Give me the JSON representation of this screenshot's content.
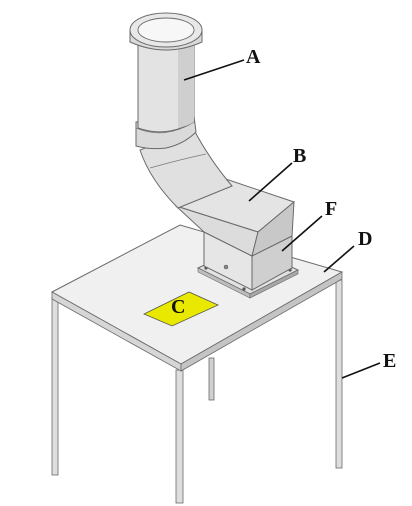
{
  "diagram": {
    "colors": {
      "metal_light": "#f0f0f0",
      "metal_mid": "#d9d9d9",
      "metal_dark": "#bcbcbc",
      "outline": "#6a6a6a",
      "marker": "#e8e800",
      "leader": "#111111"
    },
    "labels": [
      {
        "id": "A",
        "text": "A"
      },
      {
        "id": "B",
        "text": "B"
      },
      {
        "id": "C",
        "text": "C"
      },
      {
        "id": "D",
        "text": "D"
      },
      {
        "id": "E",
        "text": "E"
      },
      {
        "id": "F",
        "text": "F"
      }
    ]
  }
}
